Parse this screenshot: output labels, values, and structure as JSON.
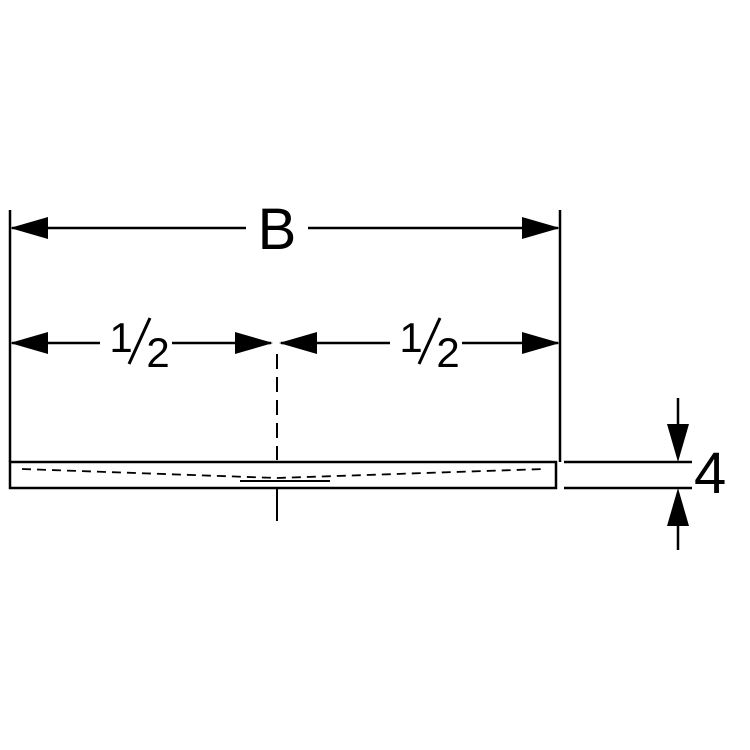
{
  "drawing": {
    "description": "Technical side-view dimension drawing of a thin tray/panel profile",
    "overall_width_label": "B",
    "left_half": {
      "numerator": "1",
      "denominator": "2"
    },
    "right_half": {
      "numerator": "1",
      "denominator": "2"
    },
    "thickness_label": "4",
    "colors": {
      "line": "#000000",
      "background": "#ffffff",
      "slab_fill": "#ffffff"
    }
  }
}
